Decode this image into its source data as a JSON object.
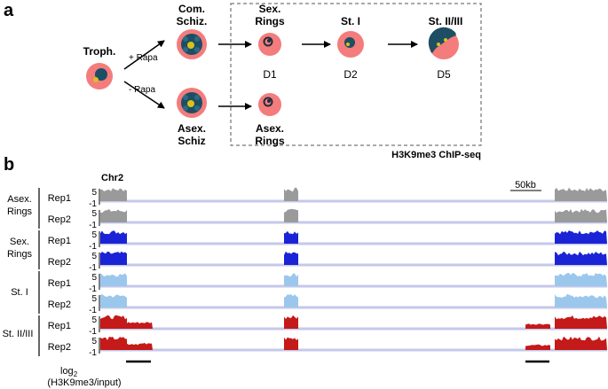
{
  "panel_a": {
    "label": "a",
    "troph": "Troph.",
    "plus_rapa": "+ Rapa",
    "minus_rapa": "- Rapa",
    "com_schiz_1": "Com.",
    "com_schiz_2": "Schiz.",
    "asex_schiz_1": "Asex.",
    "asex_schiz_2": "Schiz",
    "sex_rings_1": "Sex.",
    "sex_rings_2": "Rings",
    "asex_rings_1": "Asex.",
    "asex_rings_2": "Rings",
    "st1": "St. I",
    "st23": "St. II/III",
    "d1": "D1",
    "d2": "D2",
    "d5": "D5",
    "chip": "H3K9me3 ChIP-seq"
  },
  "panel_b": {
    "label": "b",
    "chrom": "Chr2",
    "scale_bar": "50kb",
    "ytop": "5",
    "ybot": "-1",
    "rep1": "Rep1",
    "rep2": "Rep2",
    "group_asex_1": "Asex.",
    "group_asex_2": "Rings",
    "group_sex_1": "Sex.",
    "group_sex_2": "Rings",
    "group_st1": "St. I",
    "group_st23": "St. II/III",
    "axis_1": "log",
    "axis_sub": "2",
    "axis_2": "(H3K9me3/input)"
  },
  "colors": {
    "asex": "#9a9a9a",
    "sex": "#1b23d6",
    "st1": "#9cc7ec",
    "st23": "#c41a1a",
    "baseline": "#c5c8ea",
    "cell": "#f47c7c",
    "nucleus": "#1d4e63",
    "hemozoin": "#d8c21a"
  }
}
